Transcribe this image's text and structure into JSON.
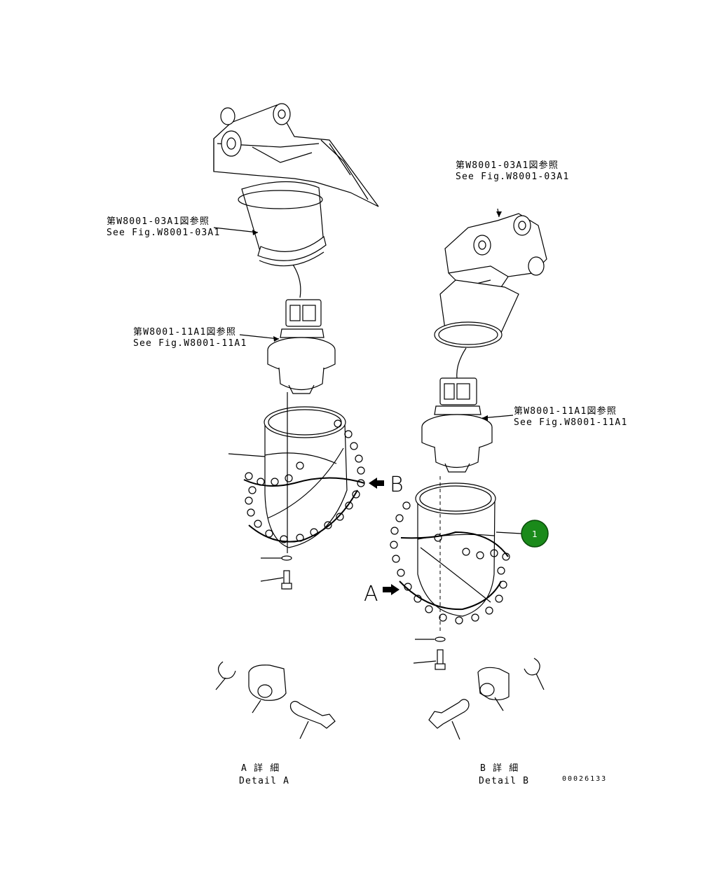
{
  "labels": {
    "ref_left_top_jp": "第W8001-03A1図参照",
    "ref_left_top_en": "See Fig.W8001-03A1",
    "ref_right_top_jp": "第W8001-03A1図参照",
    "ref_right_top_en": "See Fig.W8001-03A1",
    "ref_left_mid_jp": "第W8001-11A1図参照",
    "ref_left_mid_en": "See Fig.W8001-11A1",
    "ref_right_mid_jp": "第W8001-11A1図参照",
    "ref_right_mid_en": "See Fig.W8001-11A1",
    "view_a": "A",
    "view_b": "B",
    "detail_a_jp": "A 詳 細",
    "detail_a_en": "Detail A",
    "detail_b_jp": "B 詳 細",
    "detail_b_en": "Detail B",
    "drawing_number": "00026133"
  },
  "callout": {
    "number": "1",
    "color": "#1a8a1a"
  }
}
